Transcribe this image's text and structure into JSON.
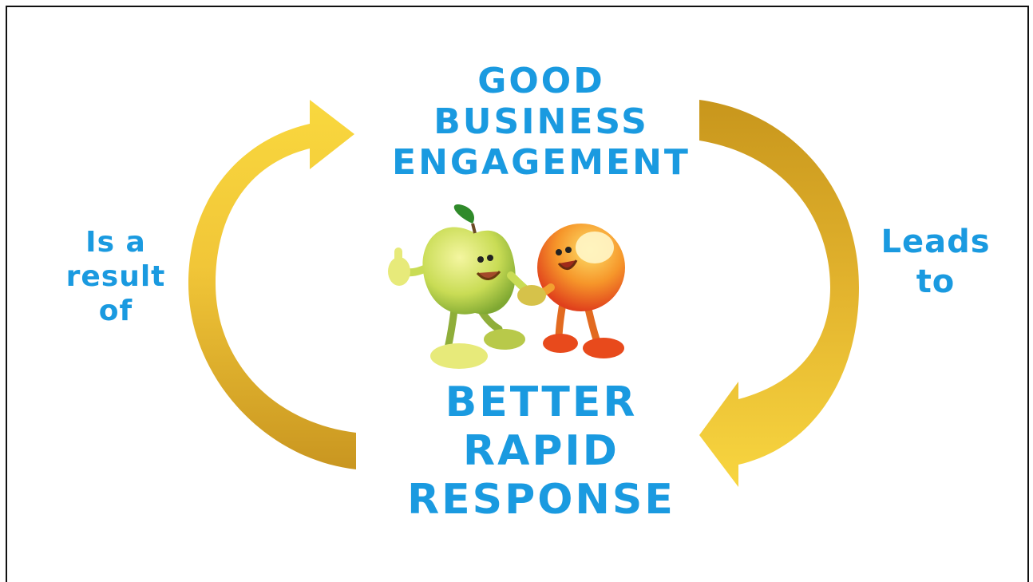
{
  "diagram": {
    "nodes": {
      "top": [
        "GOOD",
        "BUSINESS",
        "ENGAGEMENT"
      ],
      "bottom": [
        "BETTER",
        "RAPID",
        "RESPONSE"
      ]
    },
    "edges": {
      "right": {
        "from": "top",
        "to": "bottom",
        "label": [
          "Leads",
          "to"
        ]
      },
      "left": {
        "from": "bottom",
        "to": "top",
        "label": [
          "Is a",
          "result",
          "of"
        ]
      }
    },
    "illustration": "apple-and-orange-handshake",
    "colors": {
      "text": "#1a9ae0",
      "arrow_light": "#f7d23a",
      "arrow_dark": "#c8961c",
      "frame": "#111111"
    }
  }
}
